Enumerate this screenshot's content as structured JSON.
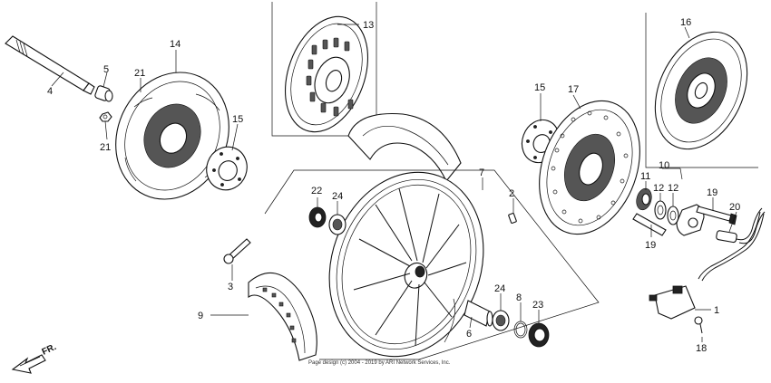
{
  "diagram": {
    "callouts": [
      {
        "id": "c4",
        "label": "4"
      },
      {
        "id": "c5",
        "label": "5"
      },
      {
        "id": "c21a",
        "label": "21"
      },
      {
        "id": "c21b",
        "label": "21"
      },
      {
        "id": "c14",
        "label": "14"
      },
      {
        "id": "c15a",
        "label": "15"
      },
      {
        "id": "c13",
        "label": "13"
      },
      {
        "id": "c16",
        "label": "16"
      },
      {
        "id": "c15b",
        "label": "15"
      },
      {
        "id": "c17",
        "label": "17"
      },
      {
        "id": "c10",
        "label": "10"
      },
      {
        "id": "c11",
        "label": "11"
      },
      {
        "id": "c12a",
        "label": "12"
      },
      {
        "id": "c12b",
        "label": "12"
      },
      {
        "id": "c19a",
        "label": "19"
      },
      {
        "id": "c19b",
        "label": "19"
      },
      {
        "id": "c20",
        "label": "20"
      },
      {
        "id": "c7",
        "label": "7"
      },
      {
        "id": "c2",
        "label": "2"
      },
      {
        "id": "c22",
        "label": "22"
      },
      {
        "id": "c24a",
        "label": "24"
      },
      {
        "id": "c24b",
        "label": "24"
      },
      {
        "id": "c3",
        "label": "3"
      },
      {
        "id": "c9",
        "label": "9"
      },
      {
        "id": "c6",
        "label": "6"
      },
      {
        "id": "c8",
        "label": "8"
      },
      {
        "id": "c23",
        "label": "23"
      },
      {
        "id": "c1",
        "label": "1"
      },
      {
        "id": "c18",
        "label": "18"
      }
    ],
    "direction_label": "FR.",
    "copyright": "Page design (c) 2004 - 2019 by ARI Network Services, Inc."
  }
}
